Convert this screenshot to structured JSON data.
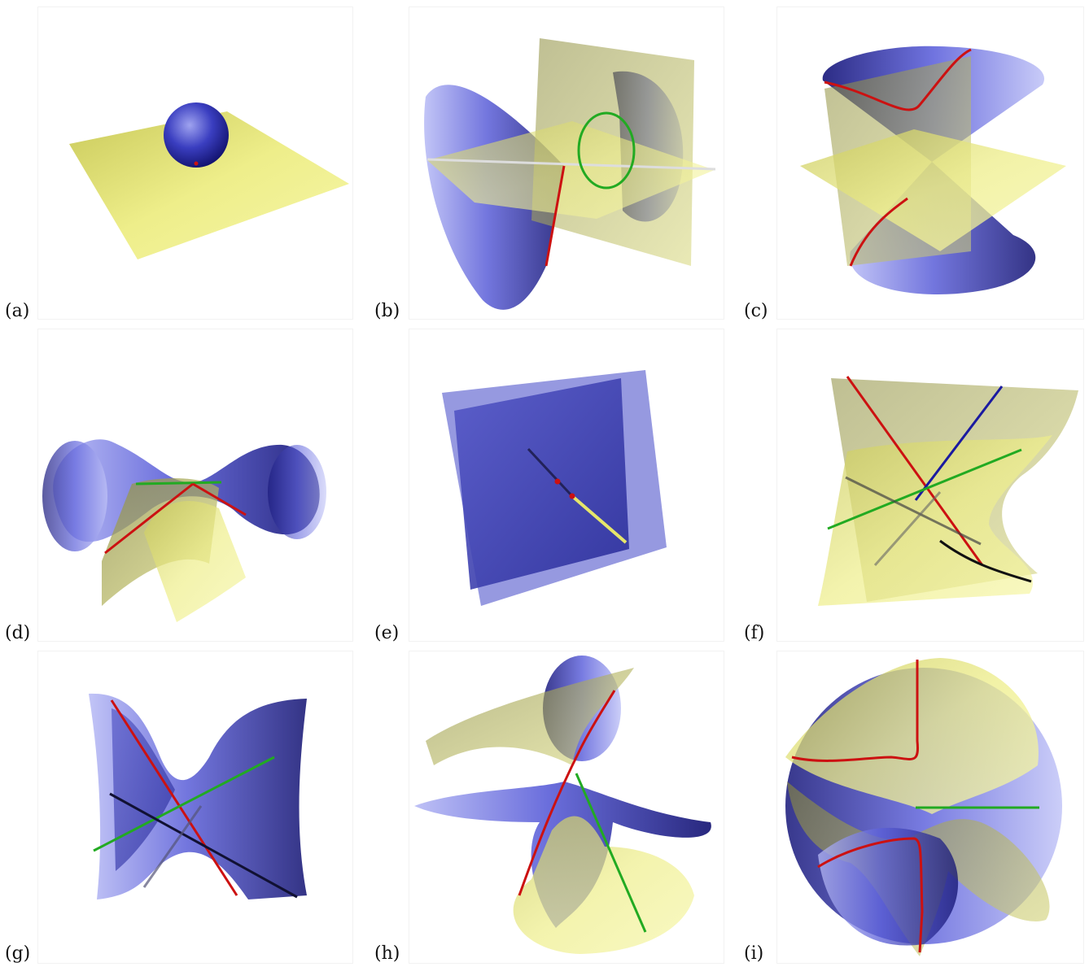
{
  "panels": [
    {
      "label": "(a)"
    },
    {
      "label": "(b)"
    },
    {
      "label": "(c)"
    },
    {
      "label": "(d)"
    },
    {
      "label": "(e)"
    },
    {
      "label": "(f)"
    },
    {
      "label": "(g)"
    },
    {
      "label": "(h)"
    },
    {
      "label": "(i)"
    }
  ],
  "colors": {
    "yellow_surface": "#e2e27a",
    "blue_surface": "#3b3fc2",
    "light_blue": "#b4b8f2",
    "red_curve": "#cc1111",
    "green_curve": "#22aa22",
    "dark_line": "#111133",
    "white_line": "#dddddd"
  }
}
